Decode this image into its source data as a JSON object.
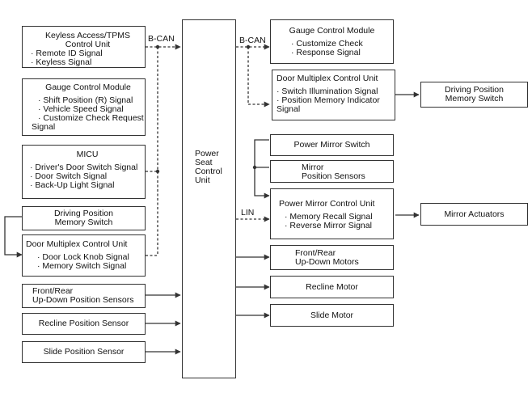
{
  "center_unit": {
    "lines": [
      "Power",
      "Seat",
      "Control",
      "Unit"
    ]
  },
  "bus_labels": {
    "bcan_left": "B-CAN",
    "bcan_right": "B-CAN",
    "lin": "LIN"
  },
  "inputs": {
    "keyless": {
      "title": [
        "Keyless Access/TPMS",
        "Control Unit"
      ],
      "signals": [
        "· Remote ID Signal",
        "· Keyless Signal"
      ]
    },
    "gauge_in": {
      "title": [
        "Gauge Control Module"
      ],
      "signals": [
        "· Shift Position (R) Signal",
        "· Vehicle Speed Signal",
        "· Customize Check Request",
        "Signal"
      ]
    },
    "micu": {
      "title": [
        "MICU"
      ],
      "signals": [
        "· Driver's Door Switch Signal",
        "· Door Switch Signal",
        "· Back-Up Light Signal"
      ]
    },
    "dp_memory_in": {
      "lines": [
        "Driving Position",
        "Memory Switch"
      ]
    },
    "door_mux_in": {
      "title": [
        "Door Multiplex Control Unit"
      ],
      "signals": [
        "· Door Lock Knob Signal",
        "· Memory Switch Signal"
      ]
    },
    "front_rear_sensors": {
      "lines": [
        "Front/Rear",
        "Up-Down Position Sensors"
      ]
    },
    "recline_sensor": {
      "lines": [
        "Recline Position Sensor"
      ]
    },
    "slide_sensor": {
      "lines": [
        "Slide Position Sensor"
      ]
    }
  },
  "outputs": {
    "gauge_out": {
      "title": [
        "Gauge Control Module"
      ],
      "signals": [
        "· Customize Check",
        "· Response Signal"
      ]
    },
    "door_mux_out": {
      "title": [
        "Door Multiplex Control Unit"
      ],
      "signals": [
        "· Switch Illumination Signal",
        "· Position Memory Indicator",
        "Signal"
      ]
    },
    "dp_memory_out": {
      "lines": [
        "Driving Position",
        "Memory Switch"
      ]
    },
    "power_mirror_switch": {
      "lines": [
        "Power Mirror Switch"
      ]
    },
    "mirror_sensors": {
      "lines": [
        "Mirror",
        "Position Sensors"
      ]
    },
    "pm_control": {
      "title": [
        "Power Mirror Control Unit"
      ],
      "signals": [
        "· Memory Recall Signal",
        "· Reverse Mirror Signal"
      ]
    },
    "mirror_actuators": {
      "lines": [
        "Mirror Actuators"
      ]
    },
    "front_rear_motors": {
      "lines": [
        "Front/Rear",
        "Up-Down Motors"
      ]
    },
    "recline_motor": {
      "lines": [
        "Recline Motor"
      ]
    },
    "slide_motor": {
      "lines": [
        "Slide Motor"
      ]
    }
  }
}
